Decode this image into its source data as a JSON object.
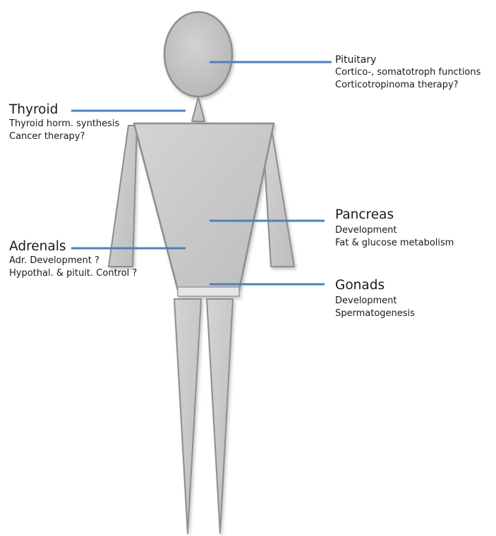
{
  "colors": {
    "body_fill": "#c8c8c8",
    "body_stroke": "#909090",
    "connector_line": "#4f7fbd",
    "text": "#1a1a1a"
  },
  "organs": {
    "pituitary": {
      "title": "Pituitary",
      "lines": [
        "Cortico-, somatotroph functions",
        "Corticotropinoma therapy?"
      ]
    },
    "thyroid": {
      "title": "Thyroid",
      "lines": [
        "Thyroid horm. synthesis",
        "Cancer therapy?"
      ]
    },
    "pancreas": {
      "title": "Pancreas",
      "lines": [
        "Development",
        "Fat & glucose metabolism"
      ]
    },
    "adrenals": {
      "title": "Adrenals",
      "lines": [
        "Adr. Development ?",
        "Hypothal. & pituit. Control ?"
      ]
    },
    "gonads": {
      "title": "Gonads",
      "lines": [
        "Development",
        "Spermatogenesis"
      ]
    }
  }
}
